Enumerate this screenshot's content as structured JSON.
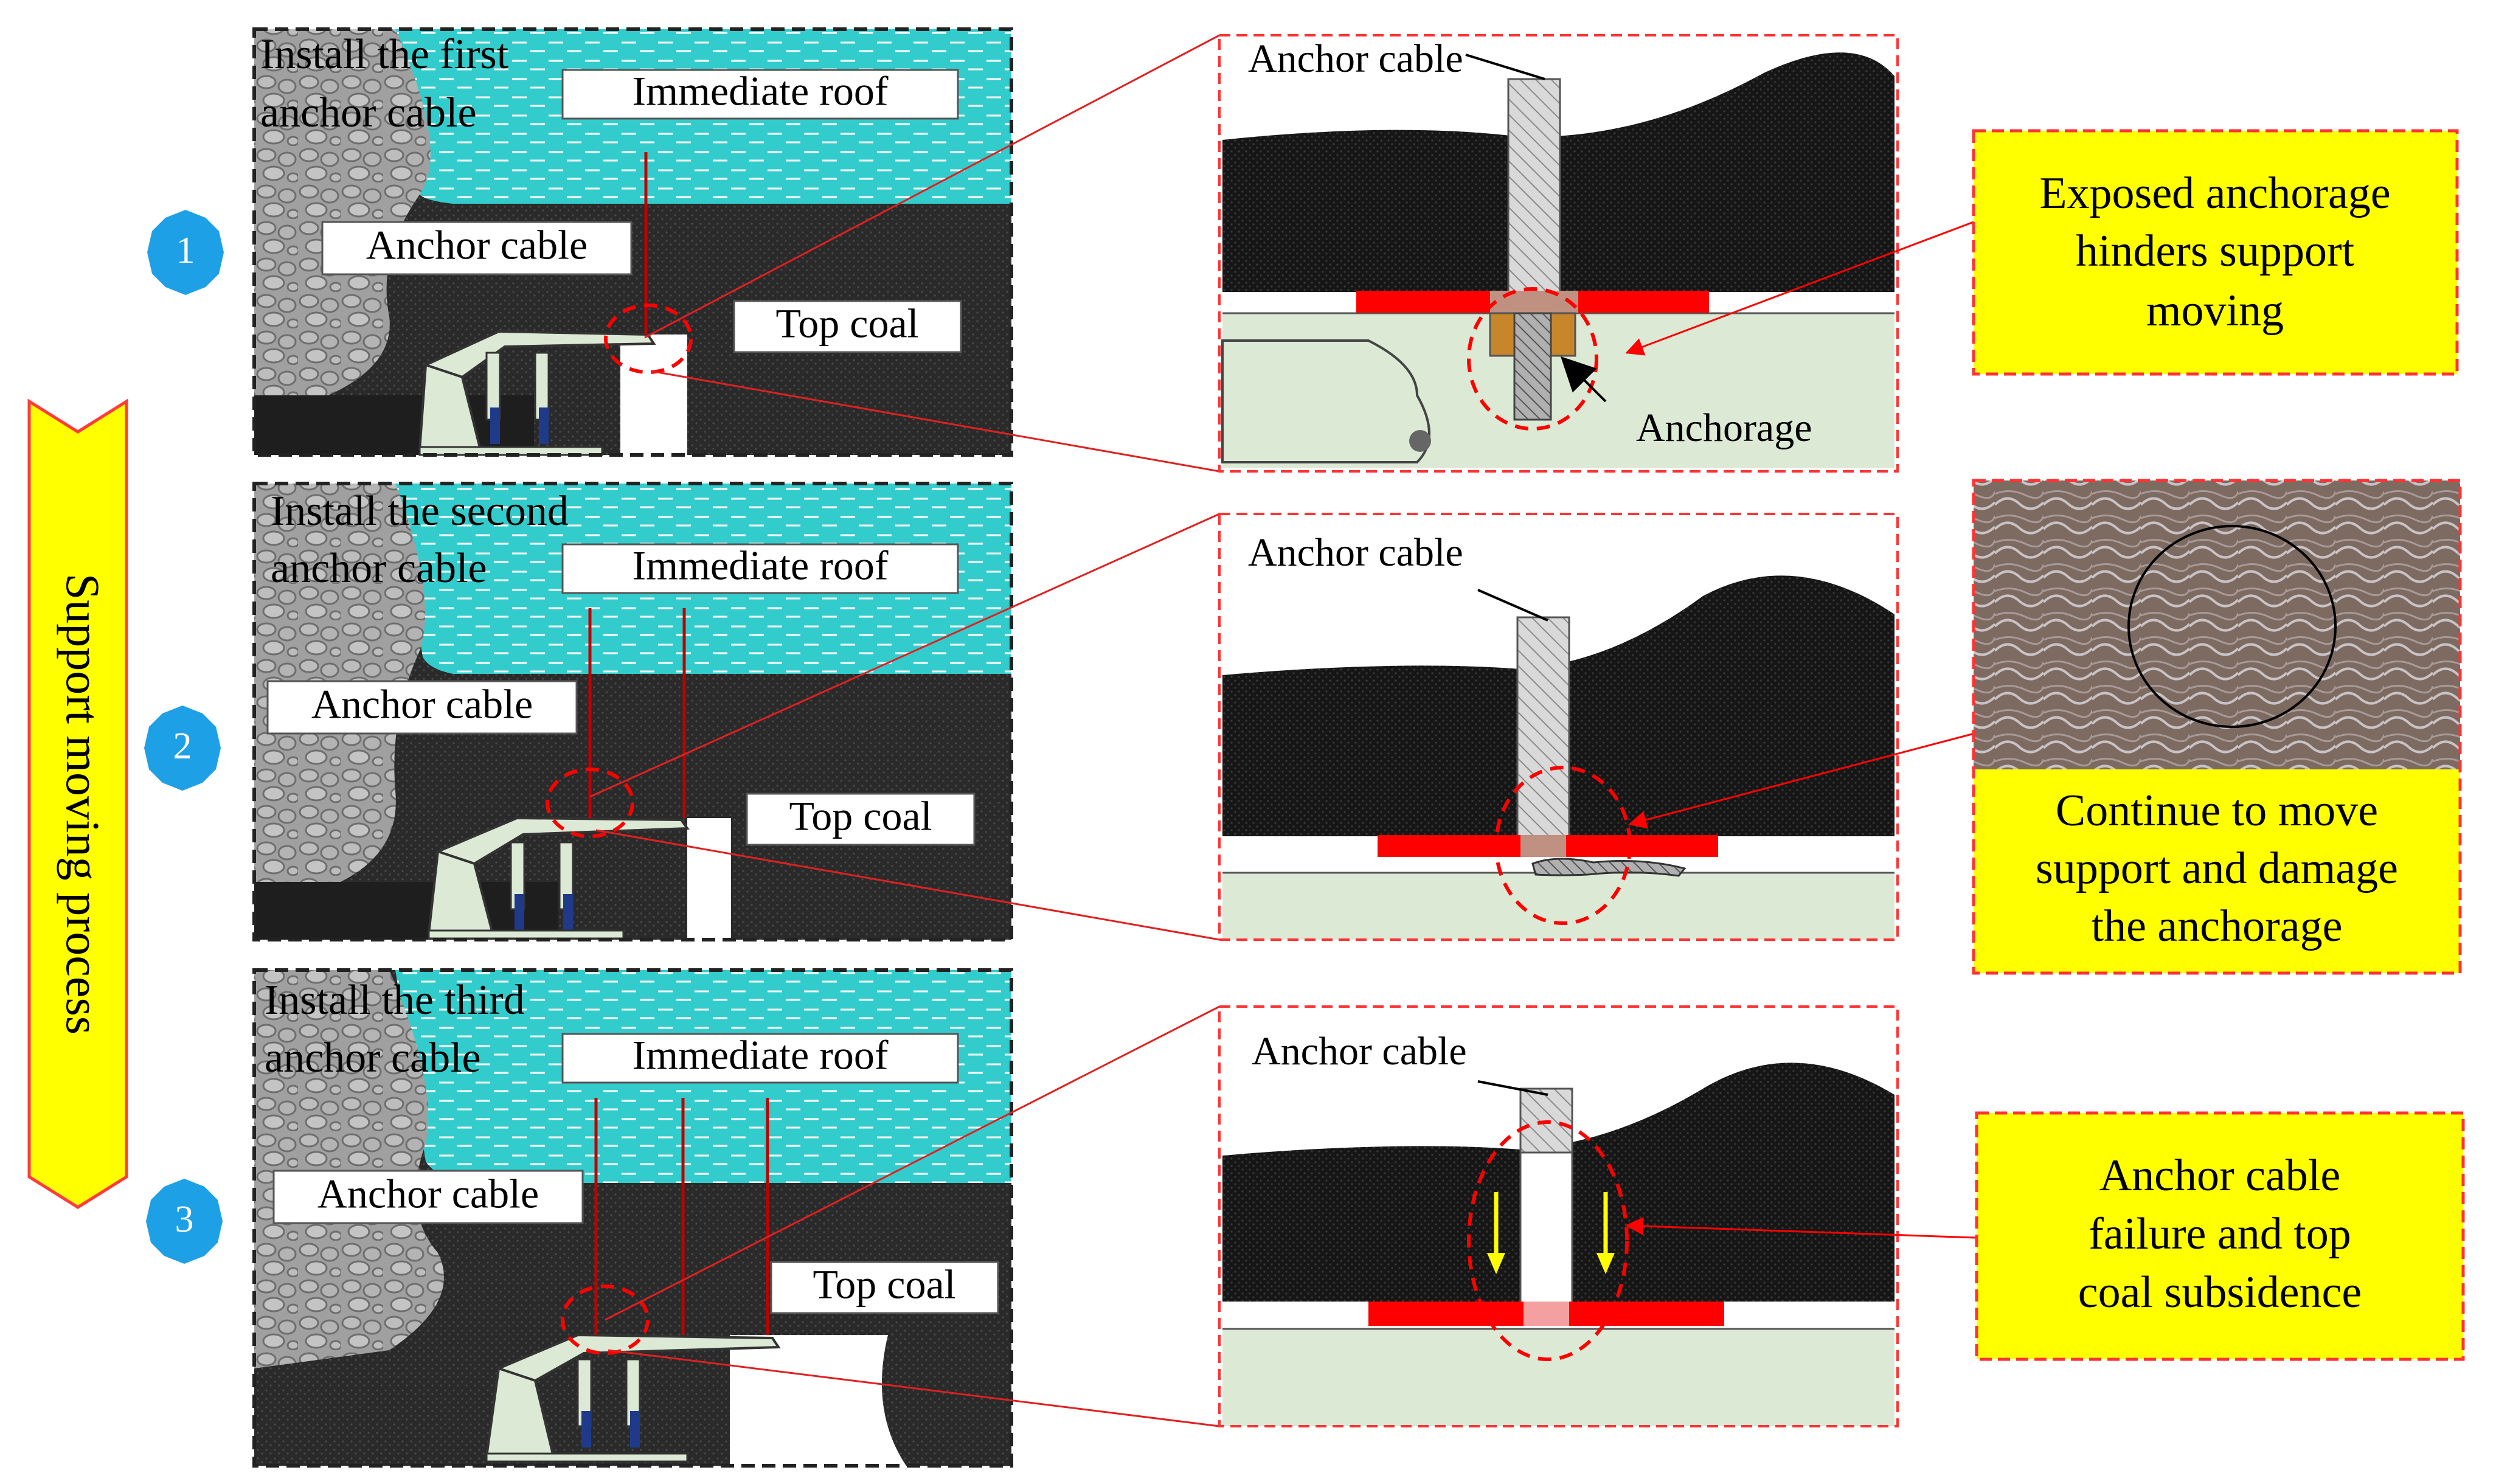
{
  "side_label": "Support moving process",
  "steps": [
    {
      "number": "1",
      "title_line1": "Install the first",
      "title_line2": "anchor cable",
      "roof_label": "Immediate roof",
      "cable_label": "Anchor cable",
      "coal_label": "Top coal"
    },
    {
      "number": "2",
      "title_line1": "Install the second",
      "title_line2": "anchor cable",
      "roof_label": "Immediate roof",
      "cable_label": "Anchor cable",
      "coal_label": "Top coal"
    },
    {
      "number": "3",
      "title_line1": "Install the third",
      "title_line2": "anchor cable",
      "roof_label": "Immediate roof",
      "cable_label": "Anchor cable",
      "coal_label": "Top coal"
    }
  ],
  "details": [
    {
      "cable_label": "Anchor cable",
      "anchorage_label": "Anchorage"
    },
    {
      "cable_label": "Anchor cable"
    },
    {
      "cable_label": "Anchor cable"
    }
  ],
  "callouts": [
    {
      "lines": [
        "Exposed anchorage",
        "hinders support",
        "moving"
      ]
    },
    {
      "lines": [
        "Continue to move",
        "support and damage",
        "the anchorage"
      ]
    },
    {
      "lines": [
        "Anchor cable",
        "failure and top",
        "coal subsidence"
      ]
    }
  ],
  "colors": {
    "roof": "#33cccc",
    "coal": "#2b2b2b",
    "goaf": "#a6a6a6",
    "support": "#dbe9d5",
    "plate": "#ff0000",
    "callout_fill": "#ffff00",
    "dashed_red": "#ff0000",
    "badge": "#1ea0e6",
    "arrow_fill": "#ffff00",
    "arrow_stroke": "#ff3b3b"
  }
}
